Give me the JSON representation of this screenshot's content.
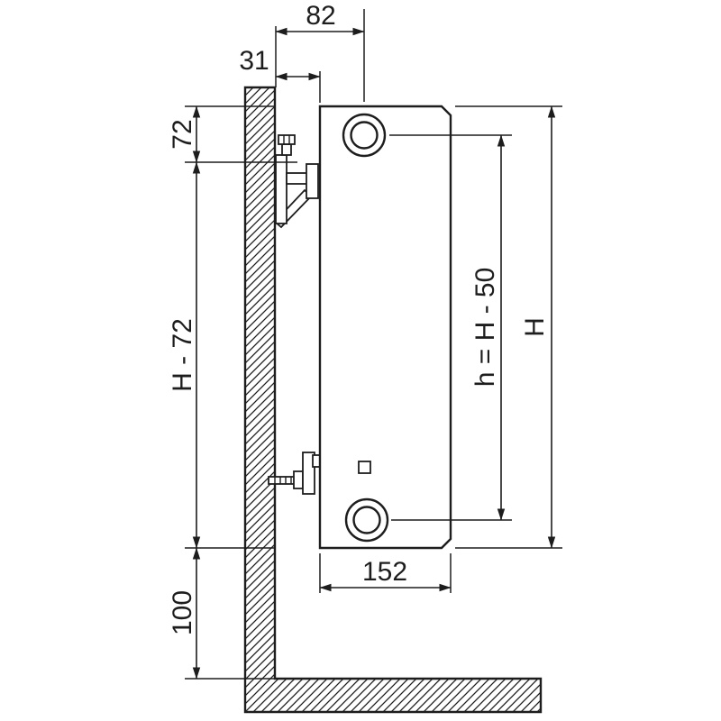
{
  "figure": {
    "kind": "technical-installation-drawing",
    "subject": "panel radiator side view with wall and floor mounting dimensions",
    "background": "#ffffff",
    "line_color": "#1d1d1d"
  },
  "dims": {
    "d82": {
      "label": "82"
    },
    "d31": {
      "label": "31"
    },
    "d72": {
      "label": "72"
    },
    "dH72": {
      "label": "H - 72"
    },
    "d100": {
      "label": "100"
    },
    "dh": {
      "label": "h = H - 50"
    },
    "dH": {
      "label": "H"
    },
    "d152": {
      "label": "152"
    }
  }
}
